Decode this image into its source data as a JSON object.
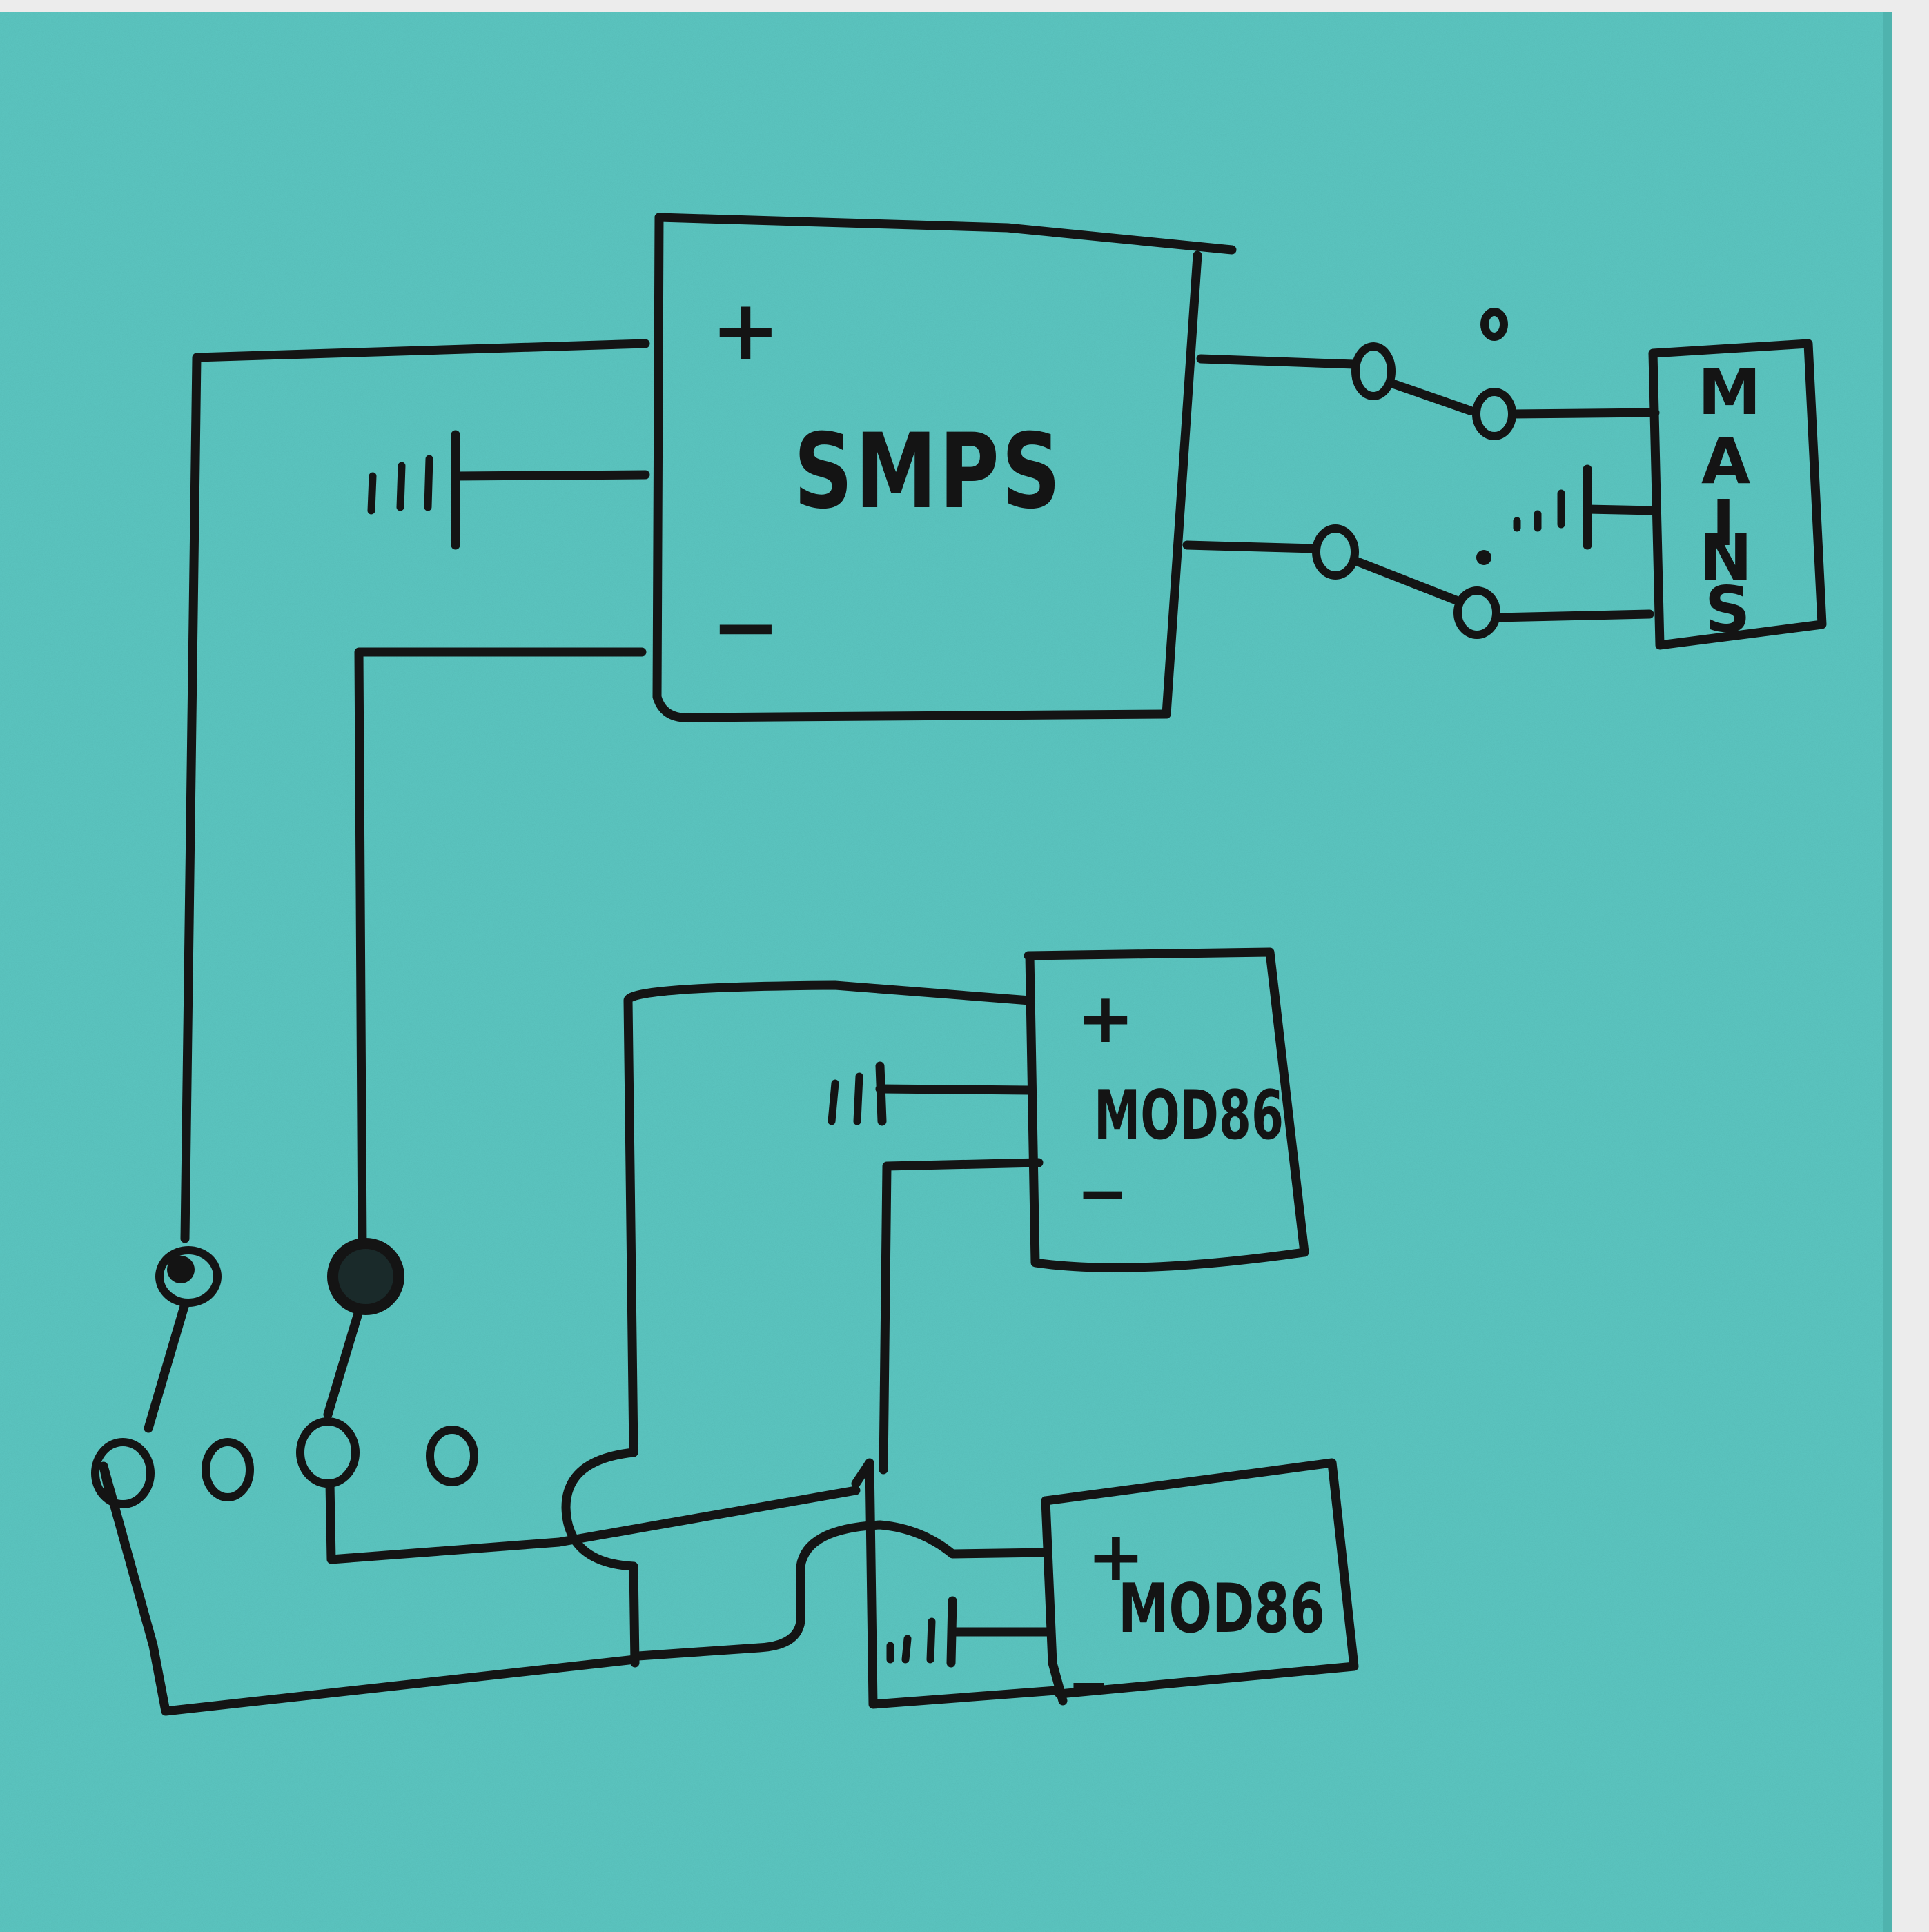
{
  "labels": {
    "smps": "SMPS",
    "smps_plus": "+",
    "smps_minus": "−",
    "mod1": "MOD86",
    "mod1_plus": "+",
    "mod1_minus": "−",
    "mod2": "MOD86",
    "mod2_plus": "+",
    "mod2_minus": "−",
    "mains": [
      "M",
      "A",
      "I",
      "N",
      "S"
    ]
  },
  "colors": {
    "paper": "#5cc7c2",
    "ink": "#141414",
    "background": "#ececec"
  }
}
